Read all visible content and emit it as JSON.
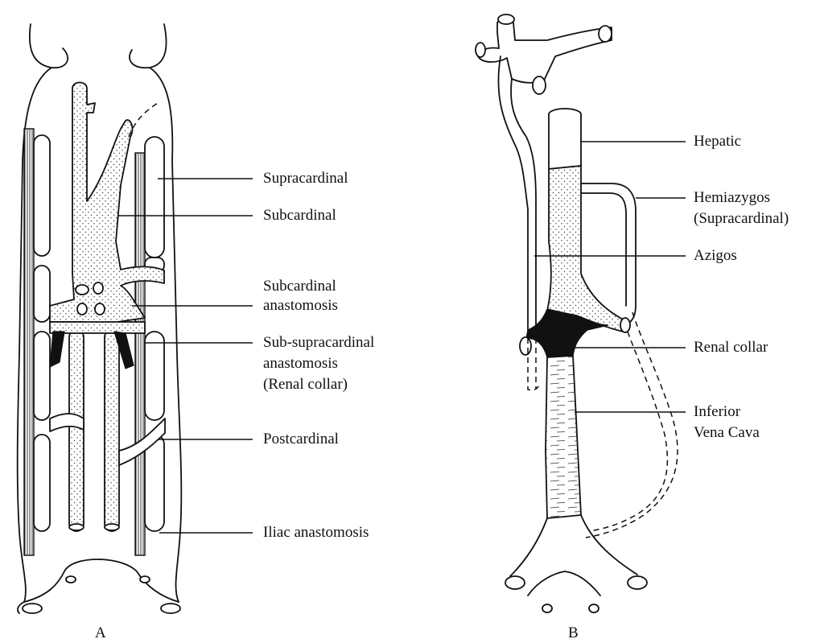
{
  "panel_a": {
    "caption": "A",
    "labels": {
      "supracardinal": "Supracardinal",
      "subcardinal": "Subcardinal",
      "subcardinal_anastomosis": [
        "Subcardinal",
        "anastomosis"
      ],
      "sub_supracardinal_anastomosis": [
        "Sub-supracardinal",
        "anastomosis",
        "(Renal collar)"
      ],
      "postcardinal": "Postcardinal",
      "iliac_anastomosis": "Iliac anastomosis"
    }
  },
  "panel_b": {
    "caption": "B",
    "labels": {
      "hepatic": "Hepatic",
      "hemiazygos": [
        "Hemiazygos",
        "(Supracardinal)"
      ],
      "azigos": "Azigos",
      "renal_collar": "Renal collar",
      "inferior_vena_cava": [
        "Inferior",
        "Vena Cava"
      ]
    }
  }
}
